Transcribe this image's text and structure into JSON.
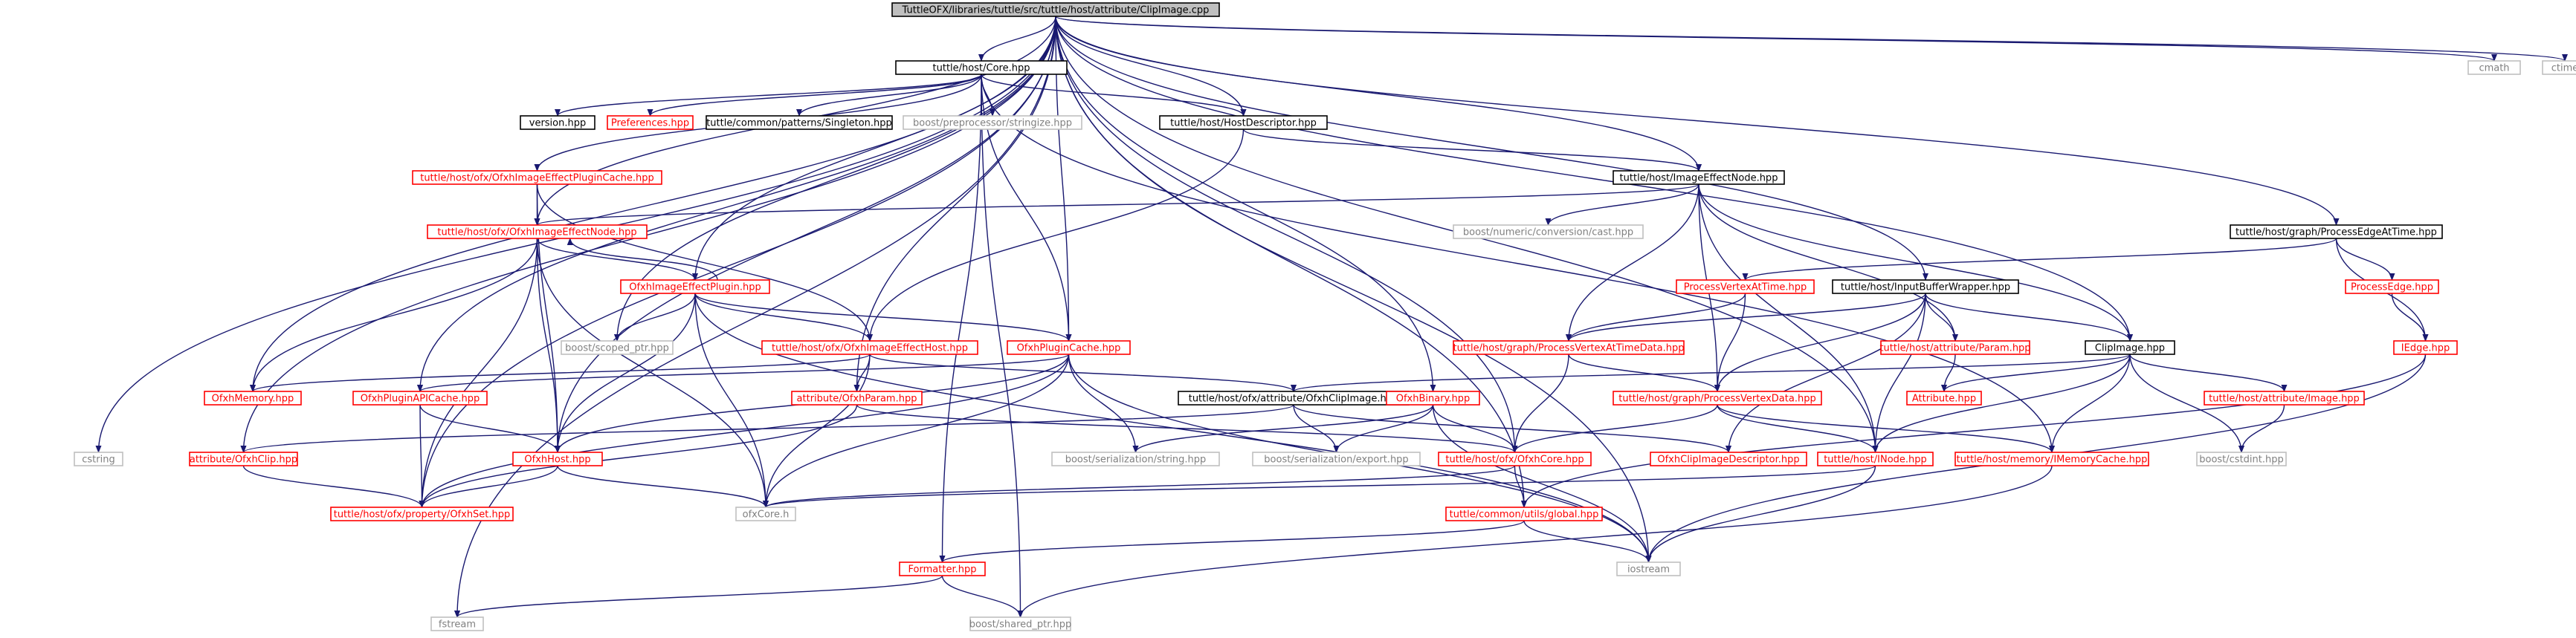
{
  "colors": {
    "edge": "#191970",
    "link_text": "#ff0000",
    "link_border": "#ff0000",
    "plain_text": "#000000",
    "plain_border": "#000000",
    "external_text": "#808080",
    "external_border": "#bfbfbf",
    "root_fill": "#bfbfbf"
  },
  "nodes": [
    {
      "id": "root",
      "label": "TuttleOFX/libraries/tuttle/src/tuttle/host/attribute/ClipImage.cpp",
      "style": "root"
    },
    {
      "id": "core",
      "label": "tuttle/host/Core.hpp",
      "style": "plain"
    },
    {
      "id": "cmath",
      "label": "cmath",
      "style": "external"
    },
    {
      "id": "ctime",
      "label": "ctime",
      "style": "external"
    },
    {
      "id": "version",
      "label": "version.hpp",
      "style": "plain"
    },
    {
      "id": "preferences",
      "label": "Preferences.hpp",
      "style": "link"
    },
    {
      "id": "singleton",
      "label": "tuttle/common/patterns/Singleton.hpp",
      "style": "plain"
    },
    {
      "id": "stringize",
      "label": "boost/preprocessor/stringize.hpp",
      "style": "external"
    },
    {
      "id": "hostdesc",
      "label": "tuttle/host/HostDescriptor.hpp",
      "style": "plain"
    },
    {
      "id": "pluginCacheOfx",
      "label": "tuttle/host/ofx/OfxhImageEffectPluginCache.hpp",
      "style": "link"
    },
    {
      "id": "imageEffectNode",
      "label": "tuttle/host/ImageEffectNode.hpp",
      "style": "plain"
    },
    {
      "id": "processEdgeAtTime",
      "label": "tuttle/host/graph/ProcessEdgeAtTime.hpp",
      "style": "plain"
    },
    {
      "id": "ofxNode",
      "label": "tuttle/host/ofx/OfxhImageEffectNode.hpp",
      "style": "link"
    },
    {
      "id": "numericCast",
      "label": "boost/numeric/conversion/cast.hpp",
      "style": "external"
    },
    {
      "id": "ofxPlugin",
      "label": "OfxhImageEffectPlugin.hpp",
      "style": "link"
    },
    {
      "id": "processVertexAtTime",
      "label": "ProcessVertexAtTime.hpp",
      "style": "link"
    },
    {
      "id": "inputBufferWrapper",
      "label": "tuttle/host/InputBufferWrapper.hpp",
      "style": "plain"
    },
    {
      "id": "processEdge",
      "label": "ProcessEdge.hpp",
      "style": "link"
    },
    {
      "id": "scopedPtr",
      "label": "boost/scoped_ptr.hpp",
      "style": "external"
    },
    {
      "id": "ofxImageEffectHost",
      "label": "tuttle/host/ofx/OfxhImageEffectHost.hpp",
      "style": "link"
    },
    {
      "id": "ofxPluginCache",
      "label": "OfxhPluginCache.hpp",
      "style": "link"
    },
    {
      "id": "pvatData",
      "label": "tuttle/host/graph/ProcessVertexAtTimeData.hpp",
      "style": "link"
    },
    {
      "id": "attrParam",
      "label": "tuttle/host/attribute/Param.hpp",
      "style": "link"
    },
    {
      "id": "clipImage",
      "label": "ClipImage.hpp",
      "style": "plain"
    },
    {
      "id": "iEdge",
      "label": "IEdge.hpp",
      "style": "link"
    },
    {
      "id": "ofxMemory",
      "label": "OfxhMemory.hpp",
      "style": "link"
    },
    {
      "id": "ofxPluginAPICache",
      "label": "OfxhPluginAPICache.hpp",
      "style": "link"
    },
    {
      "id": "ofxParam",
      "label": "attribute/OfxhParam.hpp",
      "style": "link"
    },
    {
      "id": "ofxClipImage",
      "label": "tuttle/host/ofx/attribute/OfxhClipImage.hpp",
      "style": "plain"
    },
    {
      "id": "ofxBinary",
      "label": "OfxhBinary.hpp",
      "style": "link"
    },
    {
      "id": "pvData",
      "label": "tuttle/host/graph/ProcessVertexData.hpp",
      "style": "link"
    },
    {
      "id": "attribute",
      "label": "Attribute.hpp",
      "style": "link"
    },
    {
      "id": "attrImage",
      "label": "tuttle/host/attribute/Image.hpp",
      "style": "link"
    },
    {
      "id": "cstring",
      "label": "cstring",
      "style": "external"
    },
    {
      "id": "ofxClip",
      "label": "attribute/OfxhClip.hpp",
      "style": "link"
    },
    {
      "id": "ofxHost",
      "label": "OfxhHost.hpp",
      "style": "link"
    },
    {
      "id": "serString",
      "label": "boost/serialization/string.hpp",
      "style": "external"
    },
    {
      "id": "serExport",
      "label": "boost/serialization/export.hpp",
      "style": "external"
    },
    {
      "id": "ofxCore",
      "label": "tuttle/host/ofx/OfxhCore.hpp",
      "style": "link"
    },
    {
      "id": "clipImgDesc",
      "label": "OfxhClipImageDescriptor.hpp",
      "style": "link"
    },
    {
      "id": "iNode",
      "label": "tuttle/host/INode.hpp",
      "style": "link"
    },
    {
      "id": "iMemCache",
      "label": "tuttle/host/memory/IMemoryCache.hpp",
      "style": "link"
    },
    {
      "id": "cstdint",
      "label": "boost/cstdint.hpp",
      "style": "external"
    },
    {
      "id": "ofxSet",
      "label": "tuttle/host/ofx/property/OfxhSet.hpp",
      "style": "link"
    },
    {
      "id": "ofxCoreH",
      "label": "ofxCore.h",
      "style": "external"
    },
    {
      "id": "global",
      "label": "tuttle/common/utils/global.hpp",
      "style": "link"
    },
    {
      "id": "formatter",
      "label": "Formatter.hpp",
      "style": "link"
    },
    {
      "id": "iostream",
      "label": "iostream",
      "style": "external"
    },
    {
      "id": "fstream",
      "label": "fstream",
      "style": "external"
    },
    {
      "id": "sharedPtr",
      "label": "boost/shared_ptr.hpp",
      "style": "external"
    }
  ],
  "edges": [
    [
      "root",
      "core"
    ],
    [
      "root",
      "cmath"
    ],
    [
      "root",
      "ctime"
    ],
    [
      "root",
      "hostdesc"
    ],
    [
      "root",
      "imageEffectNode"
    ],
    [
      "root",
      "processEdgeAtTime"
    ],
    [
      "root",
      "inputBufferWrapper"
    ],
    [
      "root",
      "clipImage"
    ],
    [
      "root",
      "ofxNode"
    ],
    [
      "root",
      "ofxPlugin"
    ],
    [
      "root",
      "ofxPluginCache"
    ],
    [
      "root",
      "ofxMemory"
    ],
    [
      "root",
      "ofxPluginAPICache"
    ],
    [
      "root",
      "ofxHost"
    ],
    [
      "root",
      "ofxClip"
    ],
    [
      "root",
      "cstring"
    ],
    [
      "root",
      "fstream"
    ],
    [
      "root",
      "iostream"
    ],
    [
      "root",
      "ofxCore"
    ],
    [
      "root",
      "ofxBinary"
    ],
    [
      "root",
      "global"
    ],
    [
      "root",
      "scopedPtr"
    ],
    [
      "root",
      "ofxParam"
    ],
    [
      "root",
      "ofxSet"
    ],
    [
      "root",
      "iNode"
    ],
    [
      "core",
      "version"
    ],
    [
      "core",
      "preferences"
    ],
    [
      "core",
      "singleton"
    ],
    [
      "core",
      "stringize"
    ],
    [
      "core",
      "hostdesc"
    ],
    [
      "core",
      "pluginCacheOfx"
    ],
    [
      "core",
      "ofxPluginCache"
    ],
    [
      "core",
      "formatter"
    ],
    [
      "core",
      "sharedPtr"
    ],
    [
      "core",
      "iMemCache"
    ],
    [
      "hostdesc",
      "imageEffectNode"
    ],
    [
      "hostdesc",
      "ofxImageEffectHost"
    ],
    [
      "pluginCacheOfx",
      "ofxNode"
    ],
    [
      "pluginCacheOfx",
      "ofxImageEffectHost"
    ],
    [
      "pluginCacheOfx",
      "ofxHost"
    ],
    [
      "imageEffectNode",
      "ofxNode"
    ],
    [
      "imageEffectNode",
      "numericCast"
    ],
    [
      "imageEffectNode",
      "pvatData"
    ],
    [
      "imageEffectNode",
      "pvData"
    ],
    [
      "imageEffectNode",
      "attrParam"
    ],
    [
      "imageEffectNode",
      "clipImage"
    ],
    [
      "imageEffectNode",
      "iNode"
    ],
    [
      "processEdgeAtTime",
      "processVertexAtTime"
    ],
    [
      "processEdgeAtTime",
      "processEdge"
    ],
    [
      "processEdgeAtTime",
      "iEdge"
    ],
    [
      "ofxNode",
      "ofxPlugin"
    ],
    [
      "ofxNode",
      "ofxMemory"
    ],
    [
      "ofxNode",
      "ofxHost"
    ],
    [
      "ofxNode",
      "ofxSet"
    ],
    [
      "ofxNode",
      "ofxCoreH"
    ],
    [
      "ofxPlugin",
      "ofxNode"
    ],
    [
      "ofxPlugin",
      "scopedPtr"
    ],
    [
      "ofxPlugin",
      "ofxImageEffectHost"
    ],
    [
      "ofxPlugin",
      "ofxPluginCache"
    ],
    [
      "ofxPlugin",
      "ofxHost"
    ],
    [
      "ofxPlugin",
      "ofxCoreH"
    ],
    [
      "ofxPlugin",
      "iostream"
    ],
    [
      "processVertexAtTime",
      "pvatData"
    ],
    [
      "processVertexAtTime",
      "pvData"
    ],
    [
      "inputBufferWrapper",
      "pvatData"
    ],
    [
      "inputBufferWrapper",
      "pvData"
    ],
    [
      "inputBufferWrapper",
      "attrParam"
    ],
    [
      "inputBufferWrapper",
      "clipImage"
    ],
    [
      "inputBufferWrapper",
      "iNode"
    ],
    [
      "inputBufferWrapper",
      "clipImgDesc"
    ],
    [
      "processEdge",
      "iEdge"
    ],
    [
      "ofxImageEffectHost",
      "ofxParam"
    ],
    [
      "ofxImageEffectHost",
      "ofxClipImage"
    ],
    [
      "ofxImageEffectHost",
      "ofxMemory"
    ],
    [
      "ofxImageEffectHost",
      "ofxCoreH"
    ],
    [
      "ofxPluginCache",
      "ofxPluginAPICache"
    ],
    [
      "ofxPluginCache",
      "ofxHost"
    ],
    [
      "ofxPluginCache",
      "serString"
    ],
    [
      "ofxPluginCache",
      "ofxCoreH"
    ],
    [
      "ofxPluginCache",
      "ofxSet"
    ],
    [
      "ofxPluginCache",
      "iostream"
    ],
    [
      "pvatData",
      "pvData"
    ],
    [
      "pvatData",
      "ofxCore"
    ],
    [
      "attrParam",
      "attribute"
    ],
    [
      "clipImage",
      "attribute"
    ],
    [
      "clipImage",
      "attrImage"
    ],
    [
      "clipImage",
      "ofxClipImage"
    ],
    [
      "clipImage",
      "iNode"
    ],
    [
      "clipImage",
      "iMemCache"
    ],
    [
      "clipImage",
      "cstdint"
    ],
    [
      "iEdge",
      "global"
    ],
    [
      "iEdge",
      "iostream"
    ],
    [
      "ofxPluginAPICache",
      "ofxHost"
    ],
    [
      "ofxPluginAPICache",
      "ofxSet"
    ],
    [
      "ofxParam",
      "ofxCore"
    ],
    [
      "ofxParam",
      "ofxSet"
    ],
    [
      "ofxClipImage",
      "ofxClip"
    ],
    [
      "ofxClipImage",
      "clipImgDesc"
    ],
    [
      "ofxClipImage",
      "serExport"
    ],
    [
      "ofxBinary",
      "serString"
    ],
    [
      "ofxBinary",
      "serExport"
    ],
    [
      "ofxBinary",
      "ofxCore"
    ],
    [
      "ofxBinary",
      "iostream"
    ],
    [
      "pvData",
      "ofxCore"
    ],
    [
      "pvData",
      "iNode"
    ],
    [
      "pvData",
      "iMemCache"
    ],
    [
      "attrImage",
      "cstdint"
    ],
    [
      "ofxClip",
      "ofxSet"
    ],
    [
      "ofxHost",
      "ofxSet"
    ],
    [
      "ofxHost",
      "ofxCoreH"
    ],
    [
      "ofxCore",
      "ofxCoreH"
    ],
    [
      "ofxCore",
      "global"
    ],
    [
      "iNode",
      "ofxCoreH"
    ],
    [
      "iNode",
      "iostream"
    ],
    [
      "iMemCache",
      "sharedPtr"
    ],
    [
      "global",
      "formatter"
    ],
    [
      "global",
      "iostream"
    ],
    [
      "formatter",
      "fstream"
    ],
    [
      "formatter",
      "sharedPtr"
    ]
  ]
}
